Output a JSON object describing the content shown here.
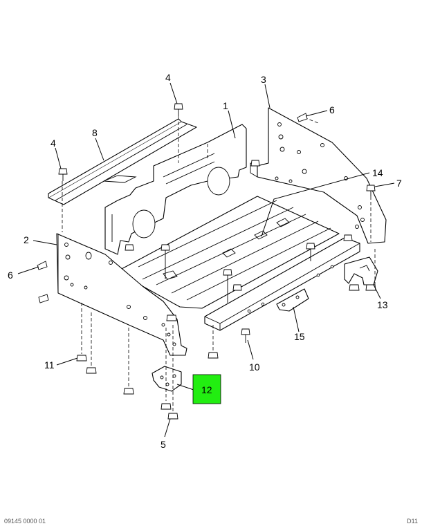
{
  "diagram": {
    "highlight_color": "#22ee11",
    "callouts": [
      {
        "id": "1",
        "label": "1"
      },
      {
        "id": "2",
        "label": "2"
      },
      {
        "id": "3",
        "label": "3"
      },
      {
        "id": "4a",
        "label": "4"
      },
      {
        "id": "4b",
        "label": "4"
      },
      {
        "id": "5",
        "label": "5"
      },
      {
        "id": "6a",
        "label": "6"
      },
      {
        "id": "6b",
        "label": "6"
      },
      {
        "id": "7",
        "label": "7"
      },
      {
        "id": "8",
        "label": "8"
      },
      {
        "id": "10",
        "label": "10"
      },
      {
        "id": "11",
        "label": "11"
      },
      {
        "id": "12",
        "label": "12"
      },
      {
        "id": "13",
        "label": "13"
      },
      {
        "id": "14",
        "label": "14"
      },
      {
        "id": "15",
        "label": "15"
      }
    ]
  },
  "footer": {
    "left_code": "09145 0000 01",
    "right_code": "D11"
  }
}
